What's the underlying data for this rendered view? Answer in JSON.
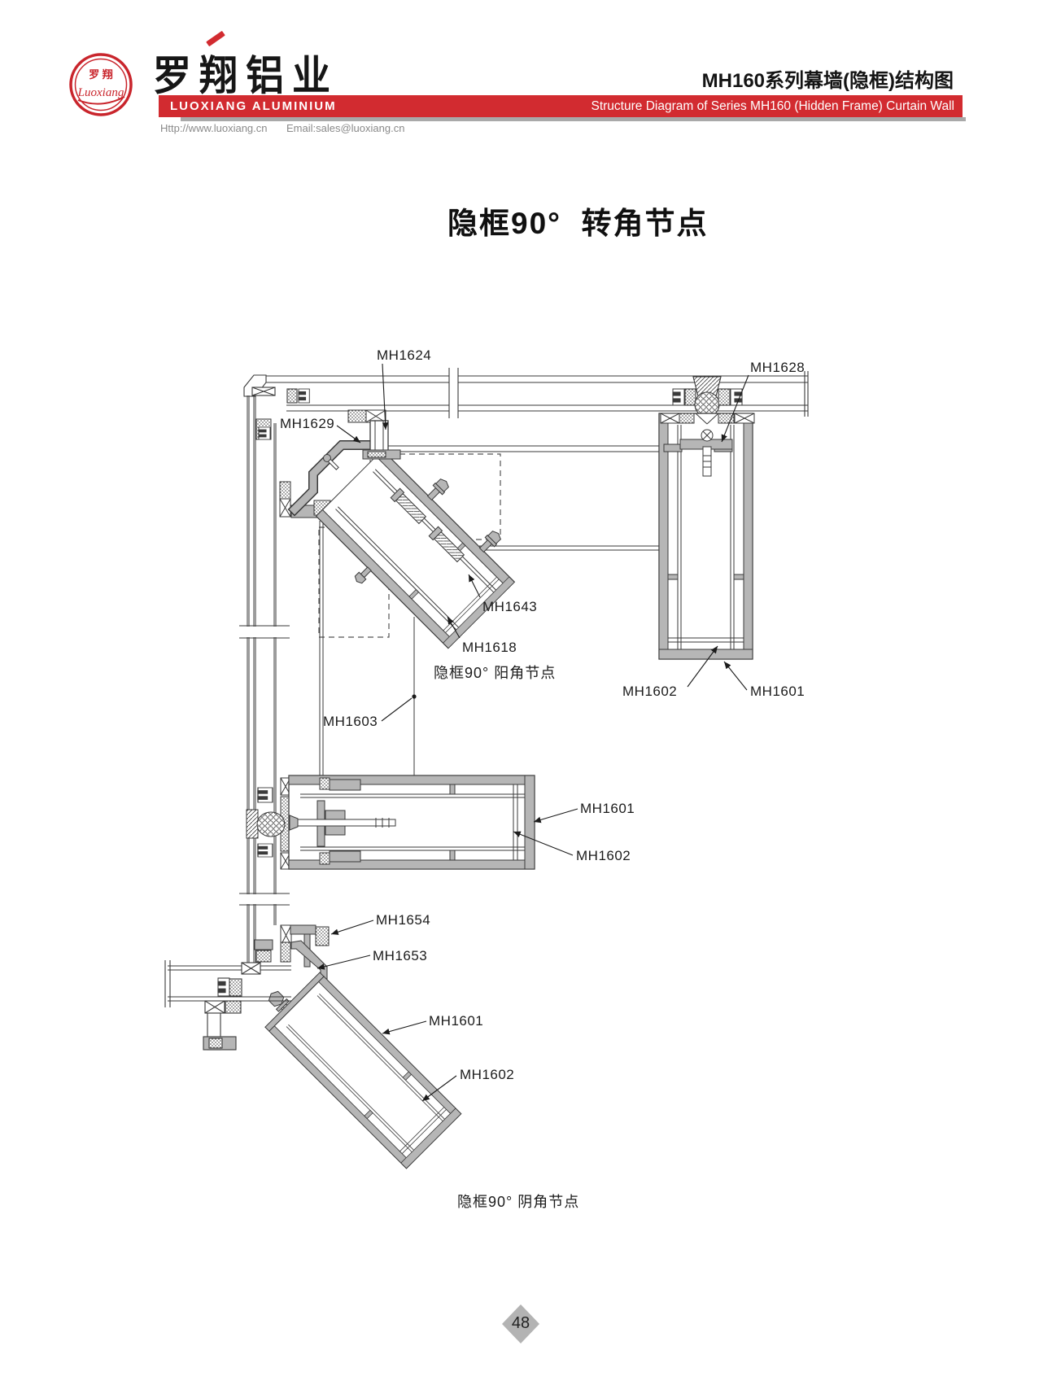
{
  "header": {
    "logo_text_cn": "罗 翔",
    "logo_script": "Luoxiang",
    "brand_cn": "罗翔铝业",
    "brand_en": "LUOXIANG ALUMINIUM",
    "series_title_cn": "MH160系列幕墙(隐框)结构图",
    "series_title_en": "Structure Diagram of Series MH160 (Hidden Frame) Curtain Wall",
    "website": "Http://www.luoxiang.cn",
    "email": "Email:sales@luoxiang.cn"
  },
  "colors": {
    "accent_red": "#d22b30",
    "shadow_gray": "#a9a9a9",
    "profile_gray": "#b6b6b6",
    "line_dark": "#3a3a3a"
  },
  "page": {
    "title": "隐框90°  转角节点",
    "page_number": "48"
  },
  "diagram": {
    "captions": [
      "隐框90° 阳角节点",
      "隐框90° 阴角节点"
    ],
    "labels": [
      "MH1624",
      "MH1628",
      "MH1629",
      "MH1643",
      "MH1618",
      "MH1602",
      "MH1601",
      "MH1603",
      "MH1601",
      "MH1602",
      "MH1654",
      "MH1653",
      "MH1601",
      "MH1602"
    ]
  }
}
